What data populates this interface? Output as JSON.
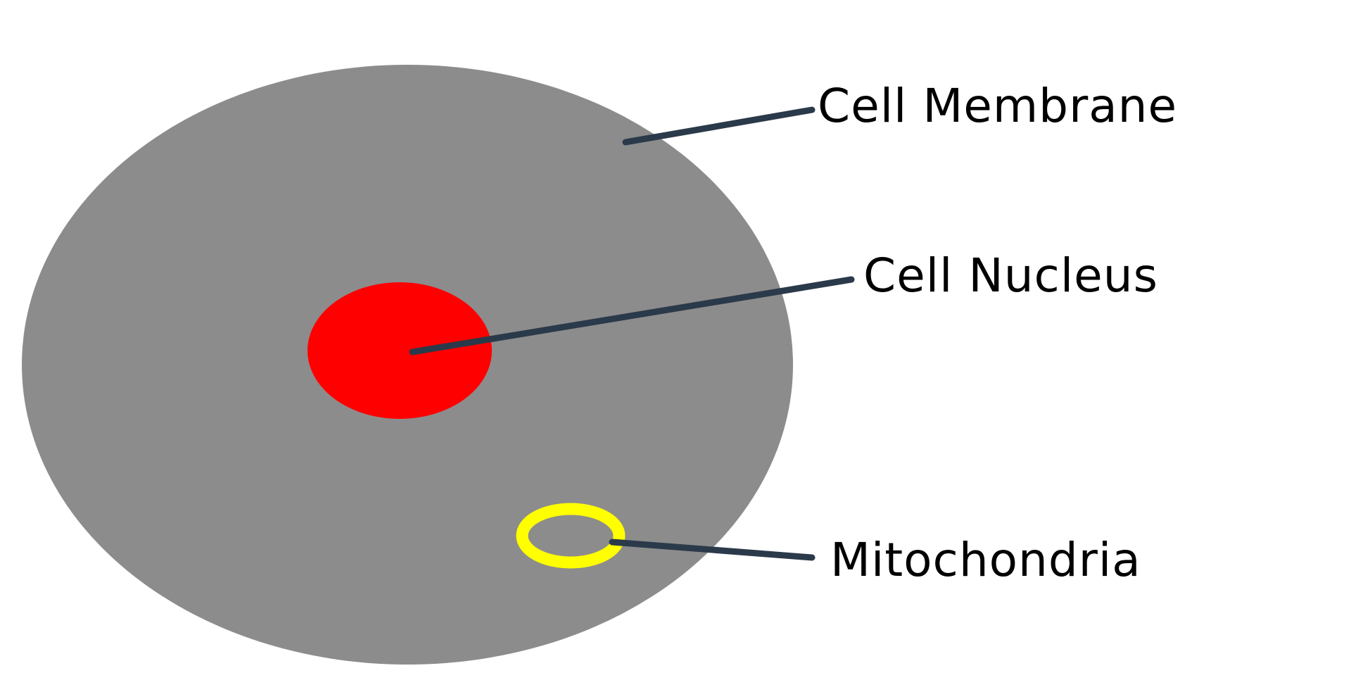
{
  "diagram": {
    "labels": {
      "membrane": "Cell Membrane",
      "nucleus": "Cell Nucleus",
      "mitochondria": "Mitochondria"
    },
    "colors": {
      "background": "#ffffff",
      "cell": "#8c8c8c",
      "nucleus": "#ff0000",
      "mitochondria": "#ffff00",
      "leader_line": "#2b3a4a",
      "text": "#000000"
    }
  }
}
